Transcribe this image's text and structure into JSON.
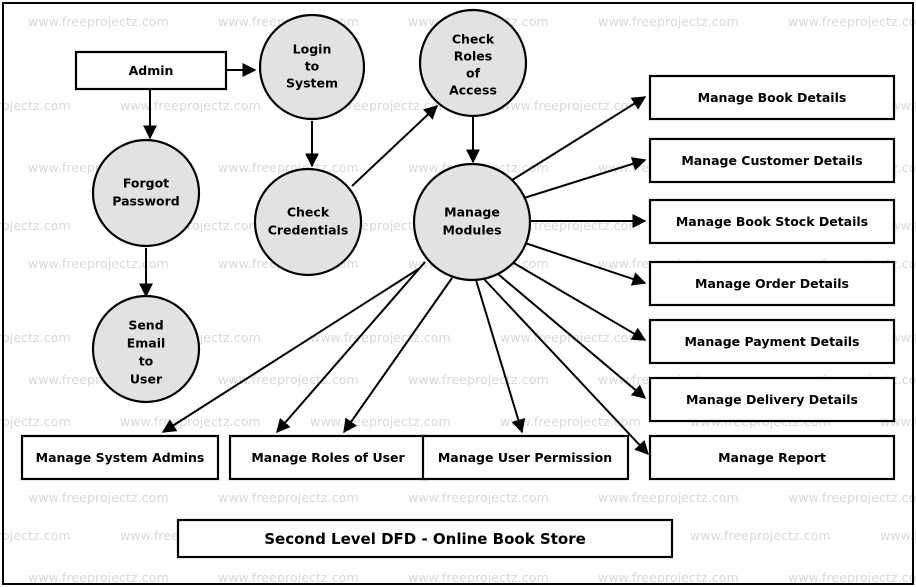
{
  "diagram": {
    "title": "Second Level DFD - Online Book Store",
    "watermark_text": "www.freeprojectz.com",
    "colors": {
      "process_fill": "#e2e2e2",
      "entity_fill": "#ffffff",
      "stroke": "#000000",
      "watermark": "#d8d8d8",
      "background": "#ffffff"
    },
    "external_entity": {
      "label": "Admin"
    },
    "processes": [
      {
        "id": "login-to-system",
        "label": "Login\nto\nSystem",
        "lines": [
          "Login",
          "to",
          "System"
        ]
      },
      {
        "id": "check-roles-of-access",
        "label": "Check\nRoles\nof\nAccess",
        "lines": [
          "Check",
          "Roles",
          "of",
          "Access"
        ]
      },
      {
        "id": "forgot-password",
        "label": "Forgot\nPassword",
        "lines": [
          "Forgot",
          "Password"
        ]
      },
      {
        "id": "check-credentials",
        "label": "Check\nCredentials",
        "lines": [
          "Check",
          "Credentials"
        ]
      },
      {
        "id": "manage-modules",
        "label": "Manage\nModules",
        "lines": [
          "Manage",
          "Modules"
        ]
      },
      {
        "id": "send-email-to-user",
        "label": "Send\nEmail\nto\nUser",
        "lines": [
          "Send",
          "Email",
          "to",
          "User"
        ]
      }
    ],
    "right_modules": [
      {
        "id": "manage-book-details",
        "label": "Manage Book Details"
      },
      {
        "id": "manage-customer-details",
        "label": "Manage Customer Details"
      },
      {
        "id": "manage-book-stock-details",
        "label": "Manage Book Stock Details"
      },
      {
        "id": "manage-order-details",
        "label": "Manage Order Details"
      },
      {
        "id": "manage-payment-details",
        "label": "Manage Payment Details"
      },
      {
        "id": "manage-delivery-details",
        "label": "Manage Delivery Details"
      },
      {
        "id": "manage-report",
        "label": "Manage Report"
      }
    ],
    "bottom_modules": [
      {
        "id": "manage-system-admins",
        "label": "Manage System Admins"
      },
      {
        "id": "manage-roles-of-user",
        "label": "Manage Roles of User"
      },
      {
        "id": "manage-user-permission",
        "label": "Manage User Permission"
      }
    ]
  }
}
